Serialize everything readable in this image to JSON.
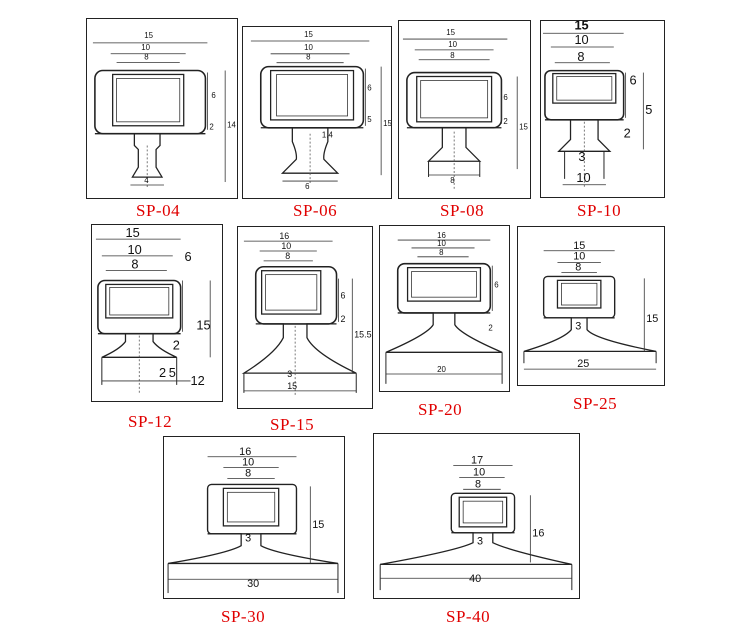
{
  "accent_color": "#e00000",
  "diagrams": [
    {
      "model": "SP-04",
      "dims": {
        "overall": "15",
        "mid": "10",
        "inner": "8",
        "h1": "6",
        "h2": "2",
        "h3": "14",
        "base": "4"
      }
    },
    {
      "model": "SP-06",
      "dims": {
        "overall": "15",
        "mid": "10",
        "inner": "8",
        "h1": "6",
        "h2": "5",
        "h3": "15",
        "neck": "1.4",
        "base": "6"
      }
    },
    {
      "model": "SP-08",
      "dims": {
        "overall": "15",
        "mid": "10",
        "inner": "8",
        "h1": "6",
        "h2": "2",
        "h3": "15",
        "base": "8"
      }
    },
    {
      "model": "SP-10",
      "dims": {
        "overall": "15",
        "mid": "10",
        "inner": "8",
        "h1": "6",
        "h2": "5",
        "h3": "2",
        "neck": "3",
        "base": "10"
      }
    },
    {
      "model": "SP-12",
      "dims": {
        "overall": "15",
        "mid": "10",
        "inner": "8",
        "h1": "6",
        "h2": "15",
        "h3": "2",
        "neck": "2",
        "neck2": "5",
        "base": "12"
      }
    },
    {
      "model": "SP-15",
      "dims": {
        "overall": "16",
        "mid": "10",
        "inner": "8",
        "h1": "6",
        "h2": "2",
        "h3": "15.5",
        "neck": "3",
        "base": "15"
      }
    },
    {
      "model": "SP-20",
      "dims": {
        "overall": "16",
        "mid": "10",
        "inner": "8",
        "h1": "6",
        "h2": "2",
        "base": "20"
      }
    },
    {
      "model": "SP-25",
      "dims": {
        "overall": "15",
        "mid": "10",
        "inner": "8",
        "h1": "15",
        "neck": "3",
        "base": "25"
      }
    },
    {
      "model": "SP-30",
      "dims": {
        "overall": "16",
        "mid": "10",
        "inner": "8",
        "h1": "15",
        "neck": "3",
        "base": "30"
      }
    },
    {
      "model": "SP-40",
      "dims": {
        "overall": "17",
        "mid": "10",
        "inner": "8",
        "h1": "16",
        "neck": "3",
        "base": "40"
      }
    }
  ]
}
